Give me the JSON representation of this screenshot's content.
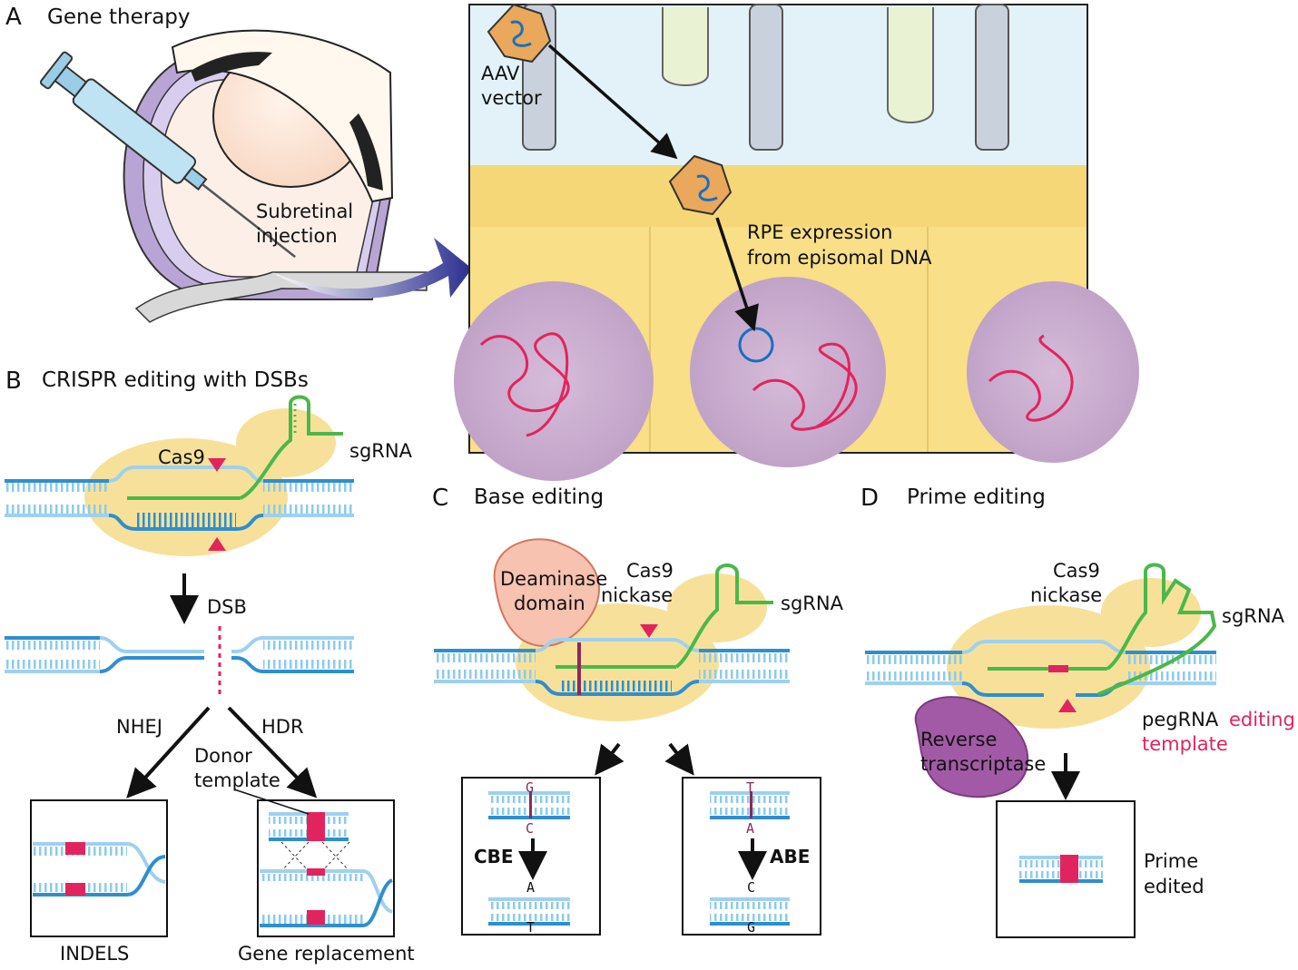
{
  "panel_a": {
    "letter": "A",
    "title": "Gene therapy",
    "injection_label": [
      "Subretinal",
      "injection"
    ],
    "aav_label": [
      "AAV",
      "vector"
    ],
    "rpe_label": [
      "RPE expression",
      "from episomal DNA"
    ]
  },
  "panel_b": {
    "letter": "B",
    "title": "CRISPR editing with DSBs",
    "cas9": "Cas9",
    "sgrna": "sgRNA",
    "dsb": "DSB",
    "nhej": "NHEJ",
    "hdr": "HDR",
    "donor": [
      "Donor",
      "template"
    ],
    "indels": "INDELS",
    "gene_replacement": "Gene replacement"
  },
  "panel_c": {
    "letter": "C",
    "title": "Base editing",
    "deaminase": [
      "Deaminase",
      "domain"
    ],
    "cas9_nickase": [
      "Cas9",
      "nickase"
    ],
    "sgrna": "sgRNA",
    "cbe": "CBE",
    "abe": "ABE",
    "cbe_top": [
      "G",
      "C"
    ],
    "cbe_bottom": [
      "A",
      "T"
    ],
    "abe_top": [
      "T",
      "A"
    ],
    "abe_bottom": [
      "C",
      "G"
    ]
  },
  "panel_d": {
    "letter": "D",
    "title": "Prime editing",
    "cas9_nickase": [
      "Cas9",
      "nickase"
    ],
    "sgrna": "sgRNA",
    "reverse_transcriptase": [
      "Reverse",
      "transcriptase"
    ],
    "pegrna": "pegRNA",
    "editing_template": [
      "editing",
      "template"
    ],
    "prime_edited": [
      "Prime",
      "edited"
    ]
  },
  "colors": {
    "dna_dark": "#2e8fcf",
    "dna_light": "#9fd0ef",
    "rna": "#4bb84a",
    "edit": "#e2245e",
    "cas_halo": "#f7e19a",
    "cyto": "#f6d778",
    "nucleus": "#cdb3d2",
    "arrow_blue": "#2b2e8f"
  }
}
